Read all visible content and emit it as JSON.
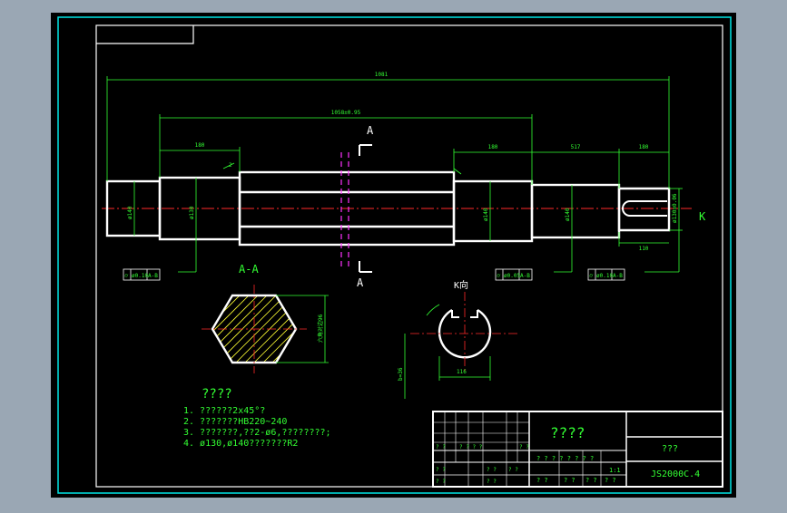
{
  "section_labels": {
    "cut_top": "A",
    "cut_bottom": "A",
    "section_aa": "A-A",
    "view_k": "K向",
    "k_arrow": "K"
  },
  "dimensions": {
    "overall_length": "1081",
    "middle_length": "1058±0.95",
    "left_seg": "180",
    "right_seg_1": "180",
    "right_seg_2": "517",
    "right_seg_3": "180",
    "dia_left": "ø140",
    "dia_left2": "ø130",
    "dia_right1": "ø140",
    "dia_right2": "ø140",
    "dia_end": "ø130±0.06",
    "chamfer": "2",
    "keyway_len": "110",
    "hex_across": "六角对边96",
    "k_width": "b=36",
    "k_bottom": "116"
  },
  "tolerance_frames": {
    "left": [
      "⌭",
      "ø0.10",
      "A-B"
    ],
    "middle": [
      "⌭",
      "ø0.05",
      "A-B"
    ],
    "right": [
      "⌭",
      "ø0.10",
      "A-B"
    ]
  },
  "notes": {
    "title": "????",
    "items": [
      "1. ??????2x45°?",
      "2. ???????HB220~240",
      "3. ???????,??2-ø6,????????;",
      "4. ø130,ø140???????R2"
    ]
  },
  "title_block": {
    "name": "????",
    "material": "???",
    "drawing_no": "JS2000C.4",
    "scale": "1:1",
    "sign_row": "? ? ?  ? ? ? ? ?",
    "q1": "? ?",
    "q2": "? ?",
    "q3": "? ?",
    "q4": "? ?",
    "qq": "? ? ? ?",
    "small": [
      "? ?",
      "? ?",
      "? ?",
      "? ?",
      "? ?",
      "? ?",
      "? ?"
    ]
  },
  "colors": {
    "background_gray": "#9aa7b4",
    "canvas": "#000000",
    "border_cyan": "#00e5e5",
    "outline_white": "#ffffff",
    "dimension_green": "#33ff33",
    "center_red": "#ff2a2a",
    "section_magenta": "#ff33ff",
    "hatch_yellow": "#ffff33"
  }
}
